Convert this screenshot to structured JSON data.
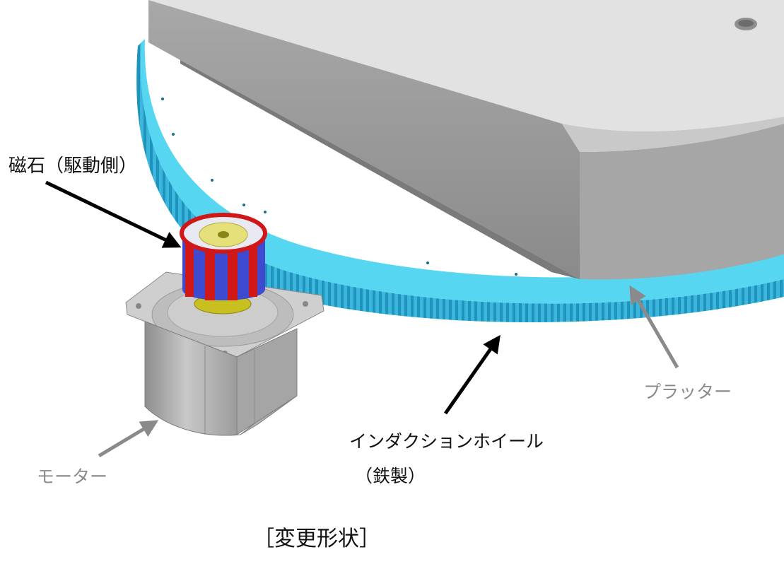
{
  "labels": {
    "magnet": "磁石（駆動側）",
    "motor": "モーター",
    "wheel_line1": "インダクションホイール",
    "wheel_line2": "（鉄製）",
    "platter": "プラッター",
    "caption": "［変更形状］"
  },
  "colors": {
    "background": "#ffffff",
    "platter_side": "#9a9a9a",
    "platter_top": "#e2e2e2",
    "wheel_teeth": "#2aa9d2",
    "wheel_face": "#5ad8f2",
    "magnet_red": "#d01818",
    "magnet_blue": "#3e4ad0",
    "motor_body": "#b8b8b8",
    "hub_yellow": "#c8c020",
    "arrow_dark": "#000000",
    "arrow_gray": "#8a8a8a"
  },
  "icons": {
    "arrow_dark": "arrow-right-down",
    "arrow_gray": "arrow-up-right"
  }
}
